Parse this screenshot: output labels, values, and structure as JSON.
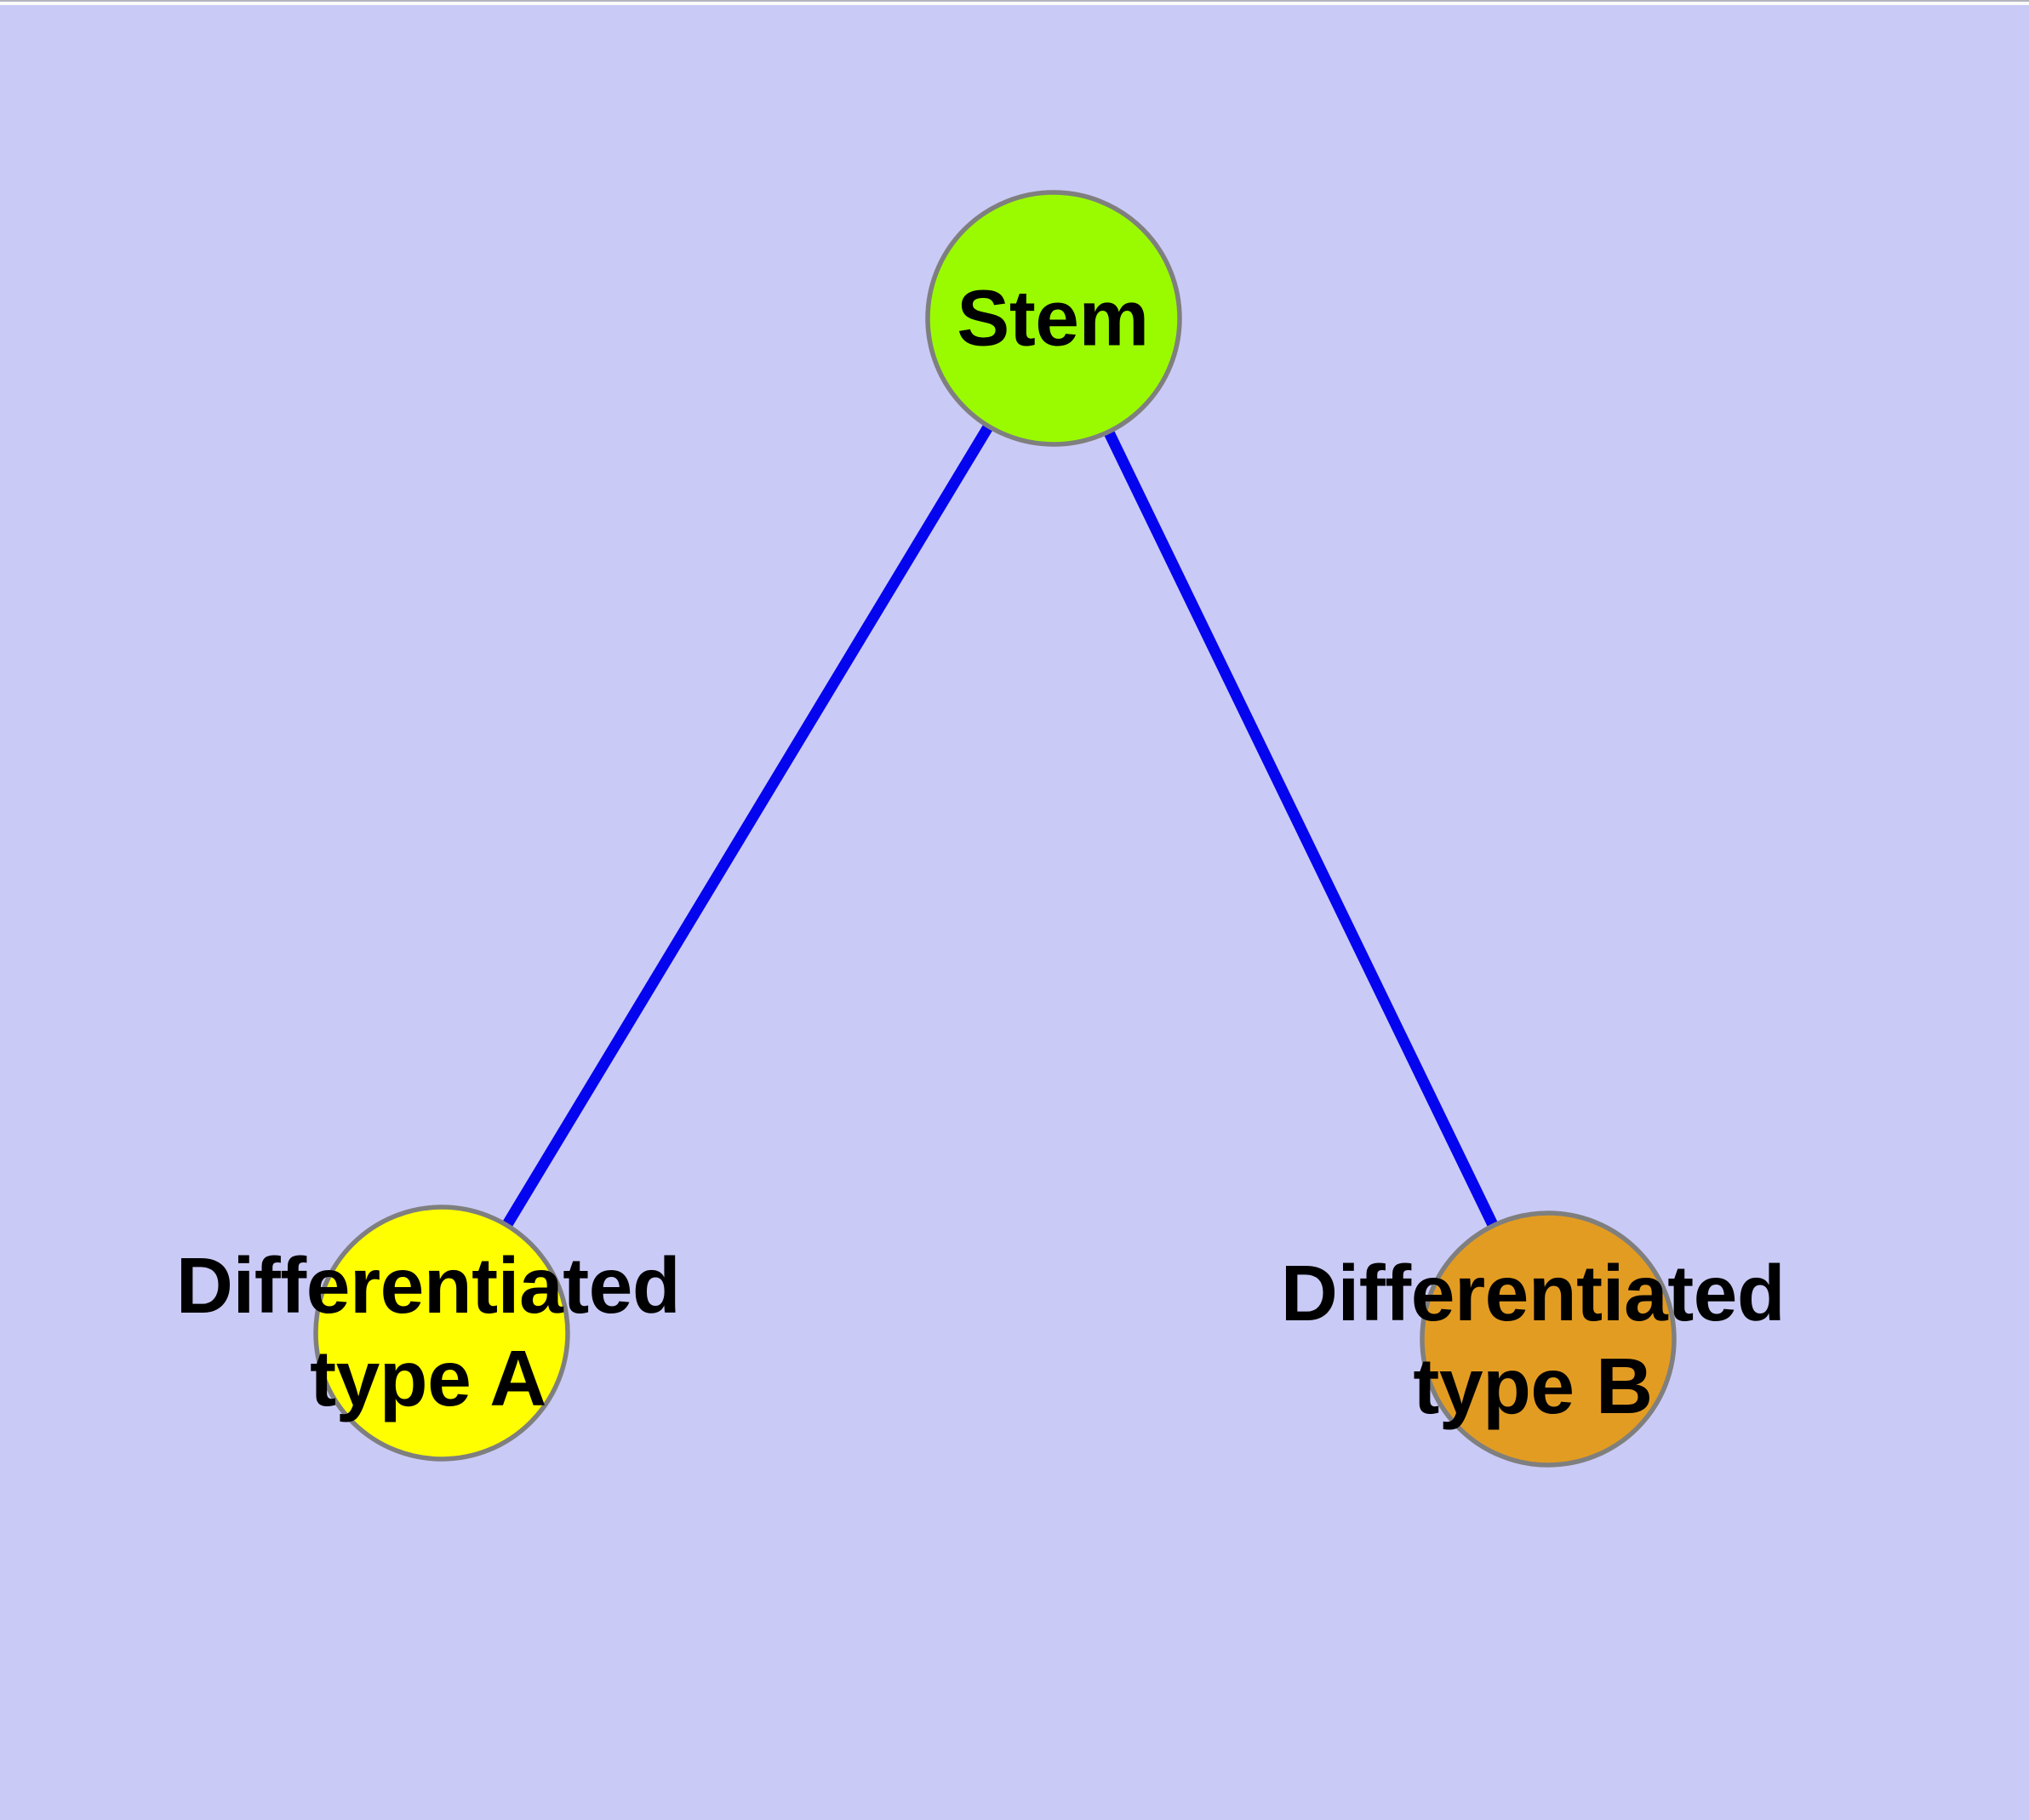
{
  "diagram": {
    "background_color": "#cacaf6",
    "text_color": "#000000",
    "nodes": [
      {
        "id": "stem",
        "label": "Stem",
        "fill": "#9afb00",
        "border_color": "#7f7f7f"
      },
      {
        "id": "type_a",
        "label": "Differentiated\ntype A",
        "fill": "#ffff00",
        "border_color": "#7f7f7f"
      },
      {
        "id": "type_b",
        "label": "Differentiated\ntype B",
        "fill": "#e39c22",
        "border_color": "#7f7f7f"
      }
    ],
    "edges": [
      {
        "from": "stem",
        "to": "type_a",
        "color": "#0404ef"
      },
      {
        "from": "stem",
        "to": "type_b",
        "color": "#0404ef"
      }
    ]
  }
}
